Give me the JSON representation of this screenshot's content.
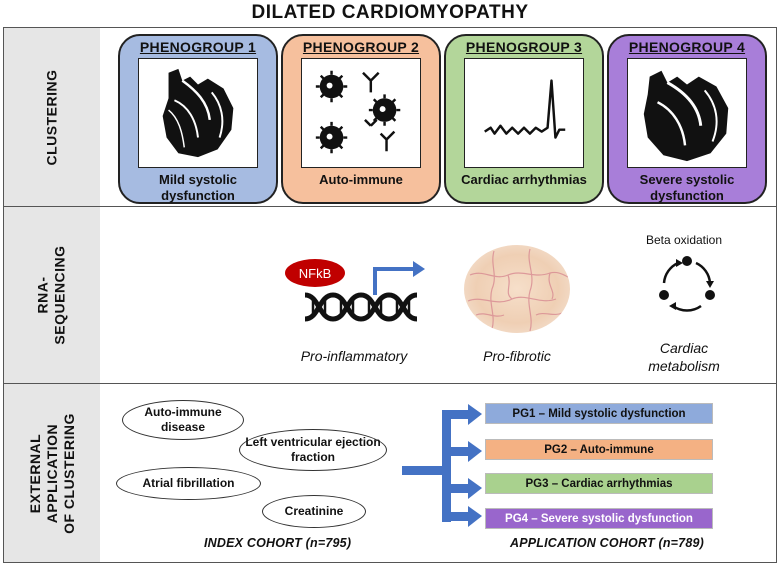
{
  "title": "DILATED CARDIOMYOPATHY",
  "rows": {
    "clustering": "CLUSTERING",
    "rna": "RNA-\nSEQUENCING",
    "external": "EXTERNAL\nAPPLICATION\nOF CLUSTERING"
  },
  "phenogroups": [
    {
      "title": "PHENOGROUP 1",
      "desc": "Mild systolic dysfunction",
      "color": "#a6bbe1",
      "icon": "heart-icon"
    },
    {
      "title": "PHENOGROUP 2",
      "desc": "Auto-immune",
      "color": "#f6c09d",
      "icon": "virus-antibody-icon"
    },
    {
      "title": "PHENOGROUP 3",
      "desc": "Cardiac arrhythmias",
      "color": "#b3d69a",
      "icon": "ecg-trace-icon"
    },
    {
      "title": "PHENOGROUP 4",
      "desc": "Severe systolic dysfunction",
      "color": "#a87ed9",
      "icon": "heart-icon"
    }
  ],
  "rna": {
    "nfkb": "NFkB",
    "inflammatory": "Pro-inflammatory",
    "fibrotic": "Pro-fibrotic",
    "beta": "Beta oxidation",
    "metabolism": "Cardiac\nmetabolism"
  },
  "external": {
    "variables": [
      "Auto-immune disease",
      "Left ventricular ejection fraction",
      "Atrial fibrillation",
      "Creatinine"
    ],
    "results": [
      {
        "label": "PG1 – Mild systolic dysfunction",
        "color": "#8eaadb"
      },
      {
        "label": "PG2 – Auto-immune",
        "color": "#f4b183"
      },
      {
        "label": "PG3 – Cardiac arrhythmias",
        "color": "#a9d18e"
      },
      {
        "label": "PG4 – Severe systolic dysfunction",
        "color": "#9966cc"
      }
    ],
    "index_cohort": "INDEX COHORT (n=795)",
    "application_cohort": "APPLICATION COHORT (n=789)"
  }
}
